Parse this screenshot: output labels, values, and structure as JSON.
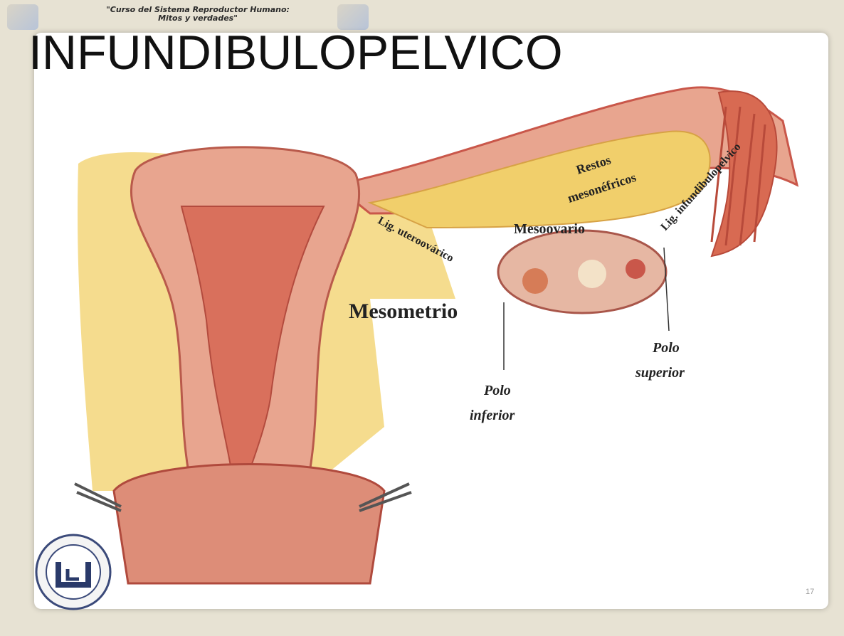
{
  "banner": {
    "line1": "\"Curso del Sistema Reproductor Humano:",
    "line2": "Mitos y verdades\""
  },
  "title": "INFUNDIBULOPELVICO",
  "labels": {
    "restos_1": "Restos",
    "restos_2": "mesonéfricos",
    "lig_infundibulo": "Lig. infundibulopelvico",
    "mesoovario": "Mesoovario",
    "lig_uteroovarico": "Lig. uteroovárico",
    "mesometrio": "Mesometrio",
    "polo_superior_1": "Polo",
    "polo_superior_2": "superior",
    "polo_inferior_1": "Polo",
    "polo_inferior_2": "inferior"
  },
  "slide_number": "17",
  "colors": {
    "background": "#e7e2d3",
    "tissue_pink": "#e8a58f",
    "tissue_dark": "#c9574a",
    "fat_yellow": "#f3d67a"
  }
}
